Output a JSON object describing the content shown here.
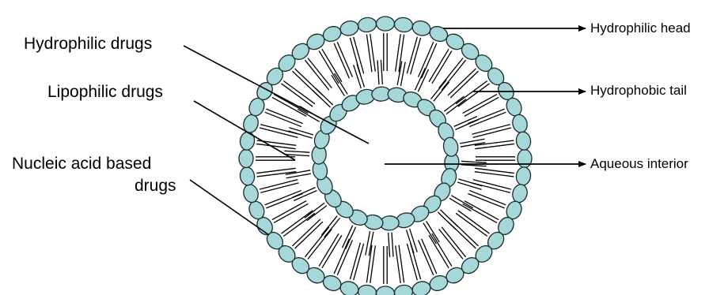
{
  "labels": {
    "hydrophilic_drugs": "Hydrophilic drugs",
    "lipophilic_drugs": "Lipophilic drugs",
    "nucleic_acid_line1": "Nucleic acid based",
    "nucleic_acid_line2": "drugs",
    "hydrophilic_head": "Hydrophilic head",
    "hydrophobic_tail": "Hydrophobic tail",
    "aqueous_interior": "Aqueous interior"
  },
  "colors": {
    "head_fill": "#a6d8d9",
    "head_stroke": "#1b2a2a",
    "line": "#000000"
  }
}
